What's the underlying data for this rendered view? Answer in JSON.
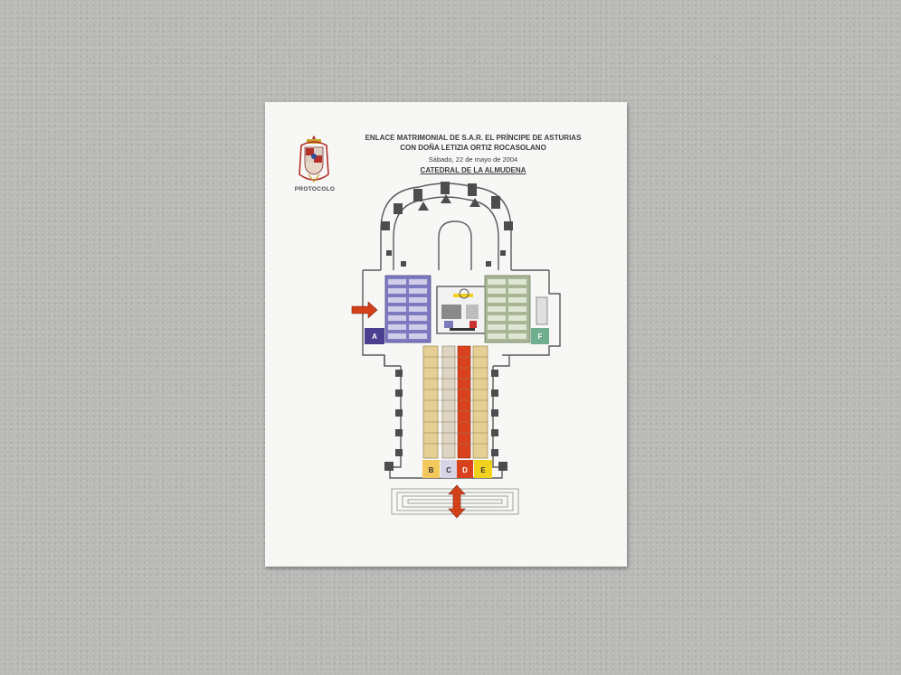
{
  "protocol_label": "PROTOCOLO",
  "header": {
    "line1": "ENLACE MATRIMONIAL DE S.A.R. EL PRÍNCIPE DE ASTURIAS",
    "line2": "CON DOÑA LETIZIA ORTIZ ROCASOLANO",
    "date": "Sábado, 22 de mayo de 2004",
    "venue": "CATEDRAL DE LA ALMUDENA"
  },
  "zones": [
    {
      "label": "A",
      "color": "#4b3f8f"
    },
    {
      "label": "B",
      "color": "#f3c95c"
    },
    {
      "label": "C",
      "color": "#d8d3e6"
    },
    {
      "label": "D",
      "color": "#d9421c"
    },
    {
      "label": "E",
      "color": "#f1d21d"
    },
    {
      "label": "F",
      "color": "#6fae8e"
    }
  ],
  "colors": {
    "arrow": "#d4401a",
    "wall": "#5a5a5a",
    "transept_left": "#7e7ac0",
    "transept_right": "#a8b696",
    "nave": "#e6cf94"
  }
}
